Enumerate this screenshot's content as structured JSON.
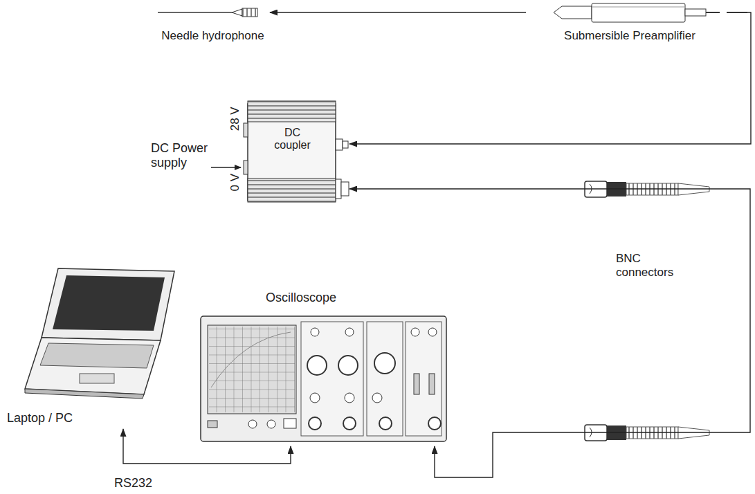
{
  "diagram": {
    "nodes": [
      {
        "text": [
          "Needle hydrophone"
        ]
      },
      {
        "text": [
          "Submersible Preamplifier"
        ]
      },
      {
        "text": [
          "DC coupler"
        ]
      },
      {
        "text": [
          "Oscilloscope"
        ]
      },
      {
        "text": [
          "Laptop / PC"
        ]
      }
    ],
    "edges": [
      {
        "from": 1,
        "to": 0,
        "arrow": "to"
      },
      {
        "from": 1,
        "to": 2,
        "arrow": "to"
      },
      {
        "from": 2,
        "to": 3,
        "arrow": "both"
      },
      {
        "from": 3,
        "to": 4,
        "label": "RS232",
        "arrow": "both"
      }
    ],
    "labels": [
      "DC Power supply",
      "28 V",
      "0 V",
      "BNC connectors"
    ]
  }
}
